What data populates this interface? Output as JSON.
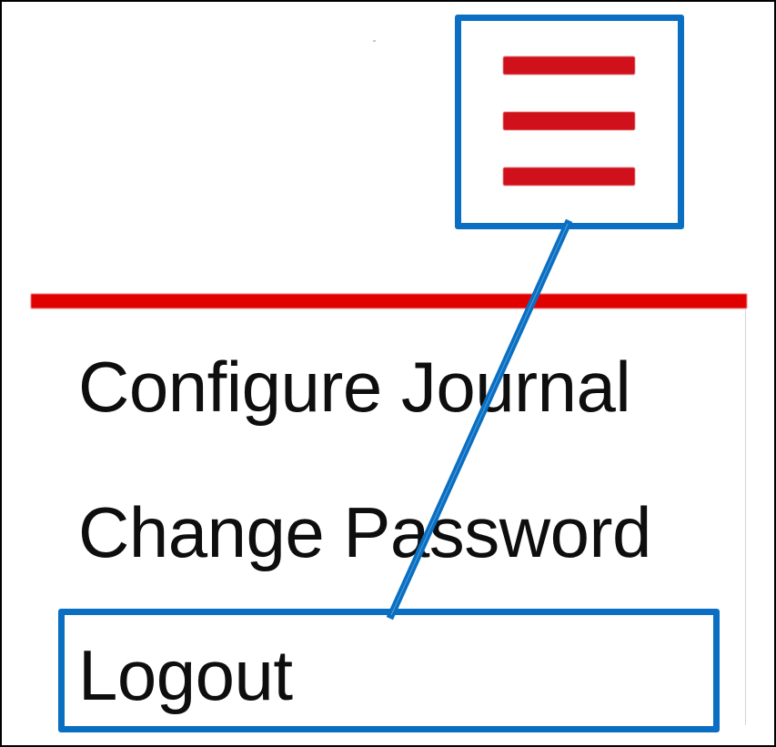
{
  "menu_button": {
    "icon": "hamburger-menu-icon",
    "color": "#d0101a"
  },
  "menu": {
    "border_color": "#e00000",
    "items": [
      {
        "label": "Configure Journal"
      },
      {
        "label": "Change Password"
      },
      {
        "label": "Logout"
      }
    ]
  },
  "annotation": {
    "highlight_color": "#0a6fc2",
    "target": "Logout"
  }
}
